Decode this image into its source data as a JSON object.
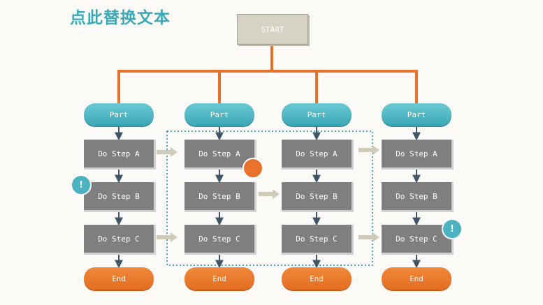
{
  "title": "点此替换文本",
  "start_label": "START",
  "columns": [
    {
      "part": "Part",
      "steps": [
        "Do Step A",
        "Do Step B",
        "Do Step C"
      ],
      "end": "End"
    },
    {
      "part": "Part",
      "steps": [
        "Do Step A",
        "Do Step B",
        "Do Step C"
      ],
      "end": "End"
    },
    {
      "part": "Part",
      "steps": [
        "Do Step A",
        "Do Step B",
        "Do Step C"
      ],
      "end": "End"
    },
    {
      "part": "Part",
      "steps": [
        "Do Step A",
        "Do Step B",
        "Do Step C"
      ],
      "end": "End"
    }
  ],
  "badges": [
    "!",
    "!"
  ],
  "colors": {
    "orange": "#e8722a",
    "teal": "#3aa9b6",
    "grey": "#7f7f7f",
    "arrow_blue": "#3f5568",
    "arrow_beige": "#cfcbb6",
    "dotted": "#4aa7b8"
  }
}
